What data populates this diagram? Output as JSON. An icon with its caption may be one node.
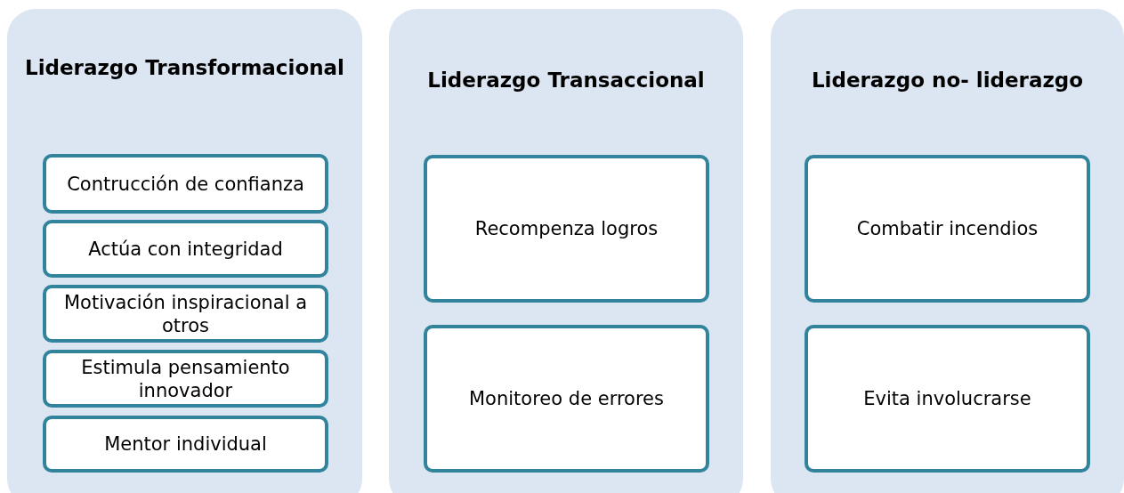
{
  "diagram": {
    "nodes": [
      {
        "text": [
          "Liderazgo Transformacional"
        ]
      },
      {
        "text": [
          "Contrucción de confianza"
        ],
        "in": 0
      },
      {
        "text": [
          "Actúa con integridad"
        ],
        "in": 0
      },
      {
        "text": [
          "Motivación inspiracional a otros"
        ],
        "in": 0
      },
      {
        "text": [
          "Estimula pensamiento innovador"
        ],
        "in": 0
      },
      {
        "text": [
          "Mentor individual"
        ],
        "in": 0
      },
      {
        "text": [
          "Liderazgo Transaccional"
        ]
      },
      {
        "text": [
          "Recompenza logros"
        ],
        "in": 6
      },
      {
        "text": [
          "Monitoreo de errores"
        ],
        "in": 6
      },
      {
        "text": [
          "Liderazgo no- liderazgo"
        ]
      },
      {
        "text": [
          "Combatir incendios"
        ],
        "in": 9
      },
      {
        "text": [
          "Evita involucrarse"
        ],
        "in": 9
      }
    ]
  }
}
